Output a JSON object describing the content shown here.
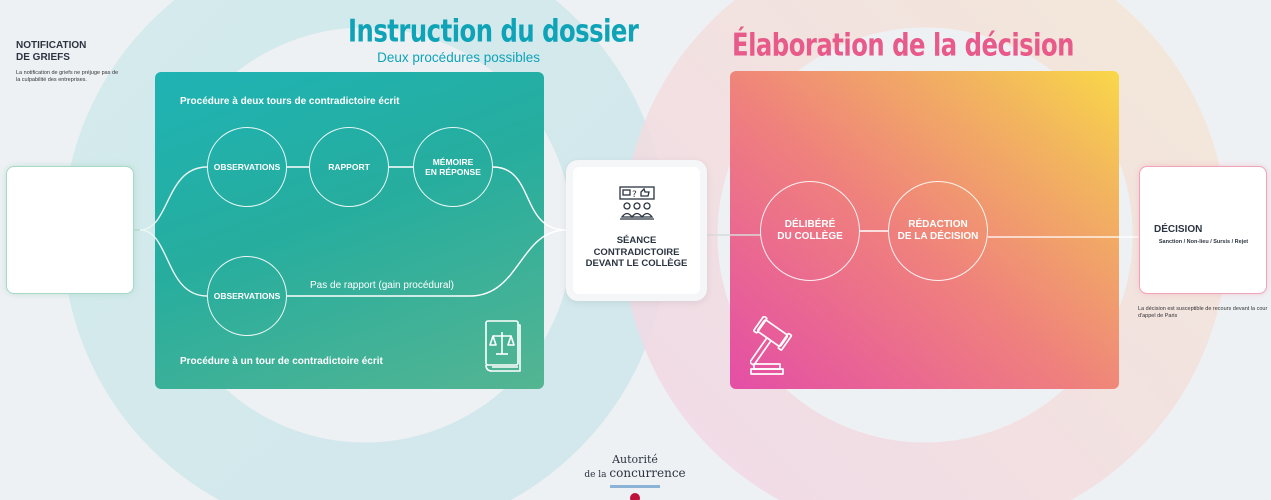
{
  "colors": {
    "teal": "#0fa3b8",
    "pink": "#e85a8a",
    "dark": "#2b3440",
    "logo_red": "#c0113a"
  },
  "left_section": {
    "title": "Instruction du dossier",
    "subtitle": "Deux procédures possibles",
    "procedure_top": "Procédure à deux tours de contradictoire écrit",
    "procedure_bottom": "Procédure à un tour de contradictoire écrit",
    "steps_top": [
      {
        "line1": "OBSERVATIONS",
        "line2": ""
      },
      {
        "line1": "RAPPORT",
        "line2": ""
      },
      {
        "line1": "MÉMOIRE",
        "line2": "EN RÉPONSE"
      }
    ],
    "step_bottom": "OBSERVATIONS",
    "no_report_label": "Pas de rapport (gain procédural)",
    "icon": "law-book-icon"
  },
  "notification": {
    "title_line1": "NOTIFICATION",
    "title_line2": "DE GRIEFS",
    "text": "La notification de griefs ne préjuge pas de la culpabilité des entreprises."
  },
  "seance": {
    "line1": "SÉANCE",
    "line2": "CONTRADICTOIRE",
    "line3": "DEVANT LE COLLÈGE",
    "icon": "meeting-people-icon"
  },
  "right_section": {
    "title": "Élaboration de la décision",
    "steps": [
      {
        "line1": "DÉLIBÉRÉ",
        "line2": "DU COLLÈGE"
      },
      {
        "line1": "RÉDACTION",
        "line2": "DE LA DÉCISION"
      }
    ],
    "icon": "gavel-icon"
  },
  "decision": {
    "title": "DÉCISION",
    "subtitle": "Sanction / Non-lieu / Sursis / Rejet",
    "recours": "La décision est susceptible de recours devant la cour d'appel de Paris"
  },
  "logo": {
    "line1": "Autorité",
    "prefix": "de la",
    "word": "concurrence"
  }
}
